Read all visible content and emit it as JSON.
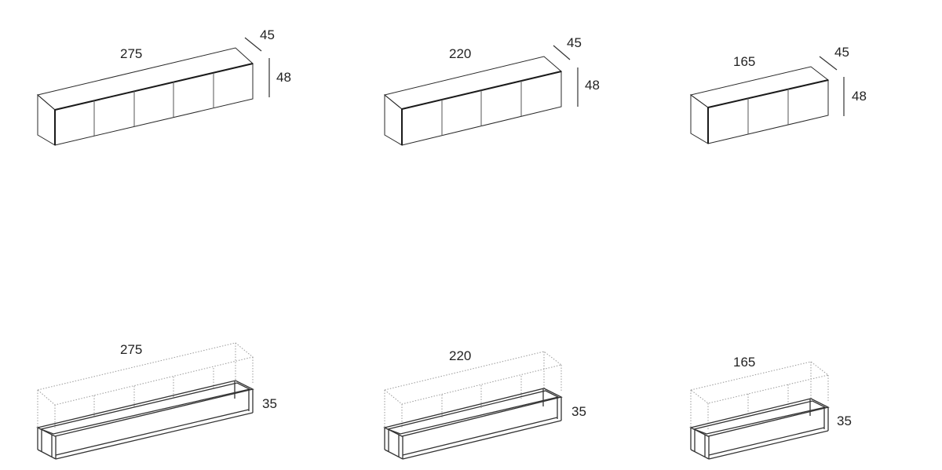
{
  "wall_units": [
    {
      "width_label": "275",
      "depth_label": "45",
      "height_label": "48",
      "doors": 5
    },
    {
      "width_label": "220",
      "depth_label": "45",
      "height_label": "48",
      "doors": 4
    },
    {
      "width_label": "165",
      "depth_label": "45",
      "height_label": "48",
      "doors": 3
    }
  ],
  "frame_units": [
    {
      "width_label": "275",
      "height_label": "35",
      "bays": 5
    },
    {
      "width_label": "220",
      "height_label": "35",
      "bays": 4
    },
    {
      "width_label": "165",
      "height_label": "35",
      "bays": 3
    }
  ]
}
